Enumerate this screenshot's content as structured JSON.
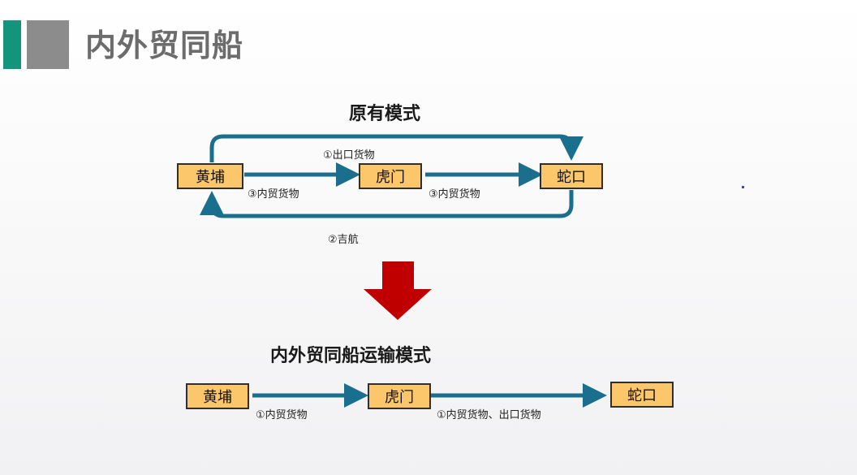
{
  "header": {
    "title": "内外贸同船"
  },
  "original_mode": {
    "title": "原有模式",
    "ports": [
      "黄埔",
      "虎门",
      "蛇口"
    ],
    "labels": {
      "top_loop": "①出口货物",
      "huangpu_humen": "③内贸货物",
      "humen_shekou": "③内贸货物",
      "bottom_loop": "②吉航"
    }
  },
  "new_mode": {
    "title": "内外贸同船运输模式",
    "ports": [
      "黄埔",
      "虎门",
      "蛇口"
    ],
    "labels": {
      "huangpu_humen": "①内贸货物",
      "humen_shekou": "①内贸货物、出口货物"
    }
  },
  "colors": {
    "arrow": "#1a6e8e",
    "box_fill": "#fcc66a",
    "transition_arrow": "#c00000",
    "accent": "#12957a"
  }
}
